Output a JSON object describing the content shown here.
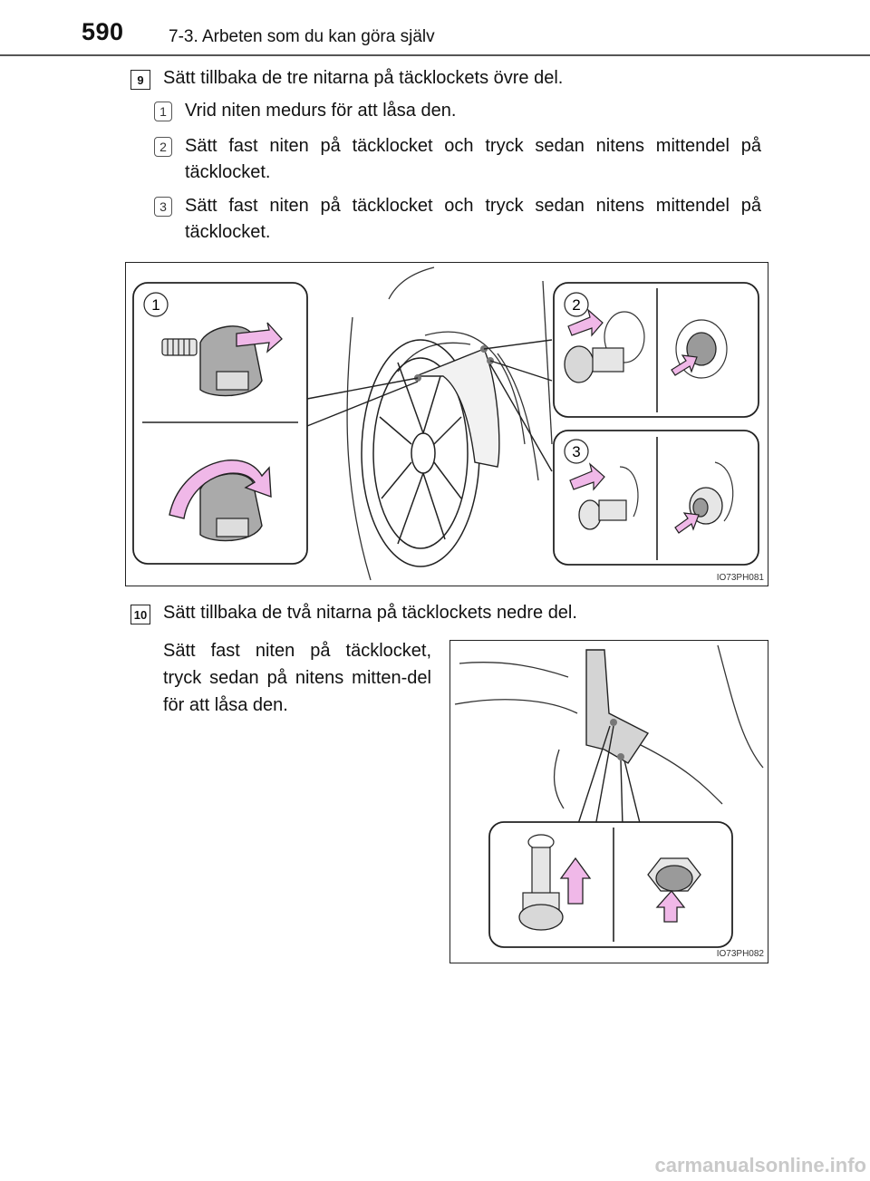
{
  "header": {
    "page_number": "590",
    "section": "7-3. Arbeten som du kan göra själv"
  },
  "step9": {
    "badge": "9",
    "title": "Sätt tillbaka de tre nitarna på täcklockets övre del.",
    "substeps": [
      {
        "num": "1",
        "text": "Vrid niten medurs för att låsa den."
      },
      {
        "num": "2",
        "text": "Sätt fast niten på täcklocket och tryck sedan nitens mittendel på täcklocket."
      },
      {
        "num": "3",
        "text": "Sätt fast niten på täcklocket och tryck sedan nitens mittendel på täcklocket."
      }
    ],
    "figure": {
      "code": "IO73PH081",
      "callouts": [
        "1",
        "2",
        "3"
      ]
    }
  },
  "step10": {
    "badge": "10",
    "title": "Sätt tillbaka de två nitarna på täcklockets nedre del.",
    "body": "Sätt fast niten på täcklocket, tryck sedan på nitens mitten-del för att låsa den.",
    "figure": {
      "code": "IO73PH082"
    }
  },
  "footer": {
    "watermark": "carmanualsonline.info"
  },
  "colors": {
    "arrow_pink": "#f0b8e8",
    "outline": "#222222",
    "rivet_gray": "#9a9a9a"
  }
}
